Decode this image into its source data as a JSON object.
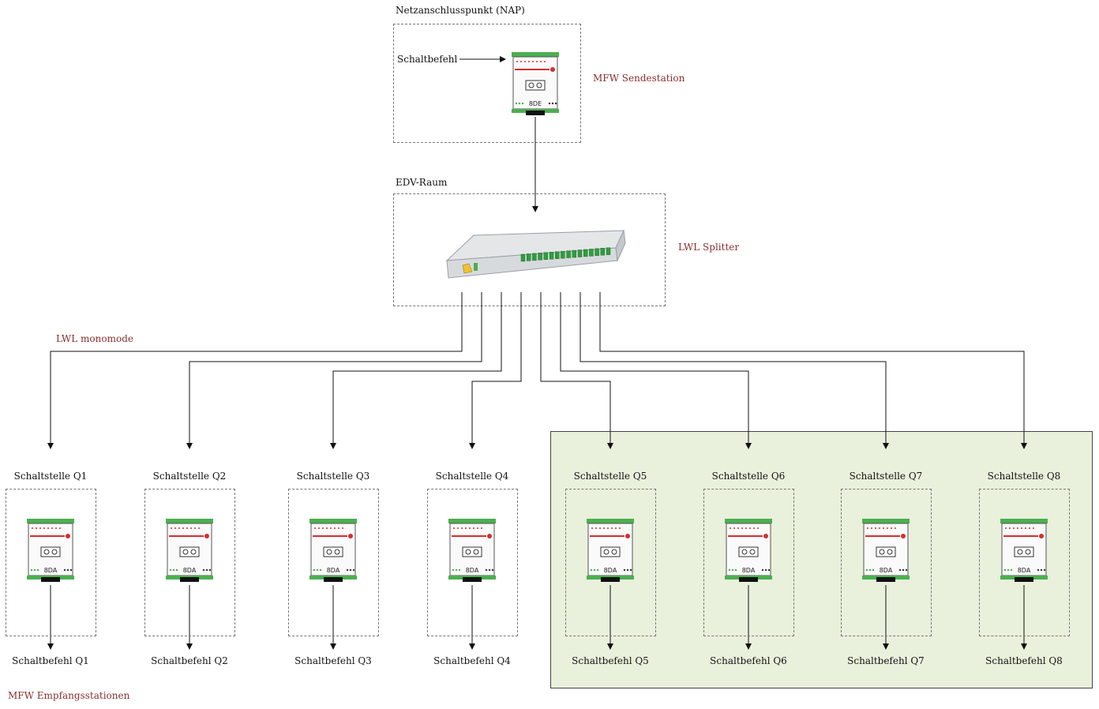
{
  "nap": {
    "title": "Netzanschlusspunkt (NAP)",
    "input_label": "Schaltbefehl",
    "station_label": "MFW Sendestation",
    "device_code": "8DE"
  },
  "edv": {
    "title": "EDV-Raum",
    "splitter_label": "LWL Splitter"
  },
  "fiber_label": "LWL monomode",
  "receivers_label": "MFW Empfangsstationen",
  "receiver_device_code": "8DA",
  "stations": [
    {
      "name": "Schaltstelle Q1",
      "output": "Schaltbefehl Q1"
    },
    {
      "name": "Schaltstelle Q2",
      "output": "Schaltbefehl Q2"
    },
    {
      "name": "Schaltstelle Q3",
      "output": "Schaltbefehl Q3"
    },
    {
      "name": "Schaltstelle Q4",
      "output": "Schaltbefehl Q4"
    },
    {
      "name": "Schaltstelle Q5",
      "output": "Schaltbefehl Q5"
    },
    {
      "name": "Schaltstelle Q6",
      "output": "Schaltbefehl Q6"
    },
    {
      "name": "Schaltstelle Q7",
      "output": "Schaltbefehl Q7"
    },
    {
      "name": "Schaltstelle Q8",
      "output": "Schaltbefehl Q8"
    }
  ],
  "colors": {
    "accent_text": "#8b2e2e",
    "highlight_zone": "#e9f0dc",
    "device_green": "#4caf50",
    "device_red": "#d32f2f"
  }
}
